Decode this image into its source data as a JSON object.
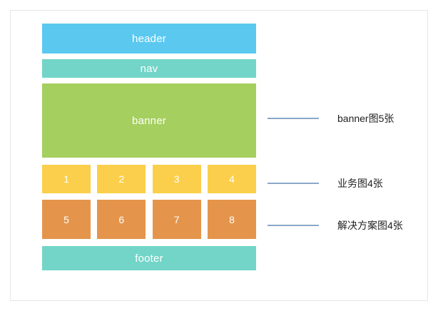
{
  "diagram": {
    "type": "wireframe-layout",
    "blocks": [
      {
        "name": "header",
        "label": "header",
        "color": "#5bc8f0"
      },
      {
        "name": "nav",
        "label": "nav",
        "color": "#72d5c8"
      },
      {
        "name": "banner",
        "label": "banner",
        "color": "#a5cf5e"
      },
      {
        "name": "footer",
        "label": "footer",
        "color": "#72d5c8"
      }
    ],
    "business_tiles": [
      {
        "label": "1"
      },
      {
        "label": "2"
      },
      {
        "label": "3"
      },
      {
        "label": "4"
      }
    ],
    "business_tile_color": "#fbcf4b",
    "solution_tiles": [
      {
        "label": "5"
      },
      {
        "label": "6"
      },
      {
        "label": "7"
      },
      {
        "label": "8"
      }
    ],
    "solution_tile_color": "#e4954b",
    "annotations": [
      {
        "name": "banner-annotation",
        "label": "banner图5张"
      },
      {
        "name": "business-annotation",
        "label": "业务图4张"
      },
      {
        "name": "solution-annotation",
        "label": "解决方案图4张"
      }
    ],
    "leader_line_color": "#8aa8c8",
    "border_color": "#e6e6e6",
    "background_color": "#ffffff"
  }
}
